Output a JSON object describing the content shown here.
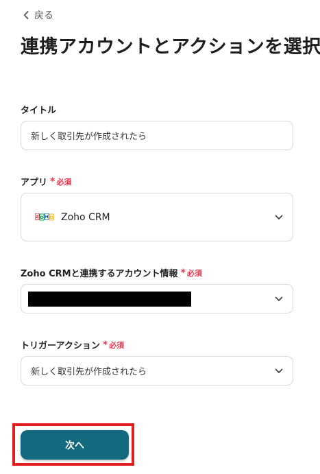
{
  "nav": {
    "back_label": "戻る"
  },
  "page": {
    "title": "連携アカウントとアクションを選択"
  },
  "form": {
    "title_field": {
      "label": "タイトル",
      "value": "新しく取引先が作成されたら"
    },
    "app_field": {
      "label": "アプリ",
      "required_mark": "*",
      "required_text": "必須",
      "value": "Zoho CRM",
      "logo_letters": [
        "Z",
        "O",
        "H",
        "O"
      ],
      "logo_colors": [
        "#e42527",
        "#089949",
        "#226db4",
        "#f9b21d"
      ]
    },
    "account_field": {
      "label": "Zoho CRMと連携するアカウント情報",
      "required_mark": "*",
      "required_text": "必須"
    },
    "action_field": {
      "label": "トリガーアクション",
      "required_mark": "*",
      "required_text": "必須",
      "value": "新しく取引先が作成されたら"
    },
    "submit": {
      "label": "次へ"
    }
  },
  "colors": {
    "primary_button": "#13697e",
    "required": "#e8384f",
    "highlight": "#e02020"
  }
}
